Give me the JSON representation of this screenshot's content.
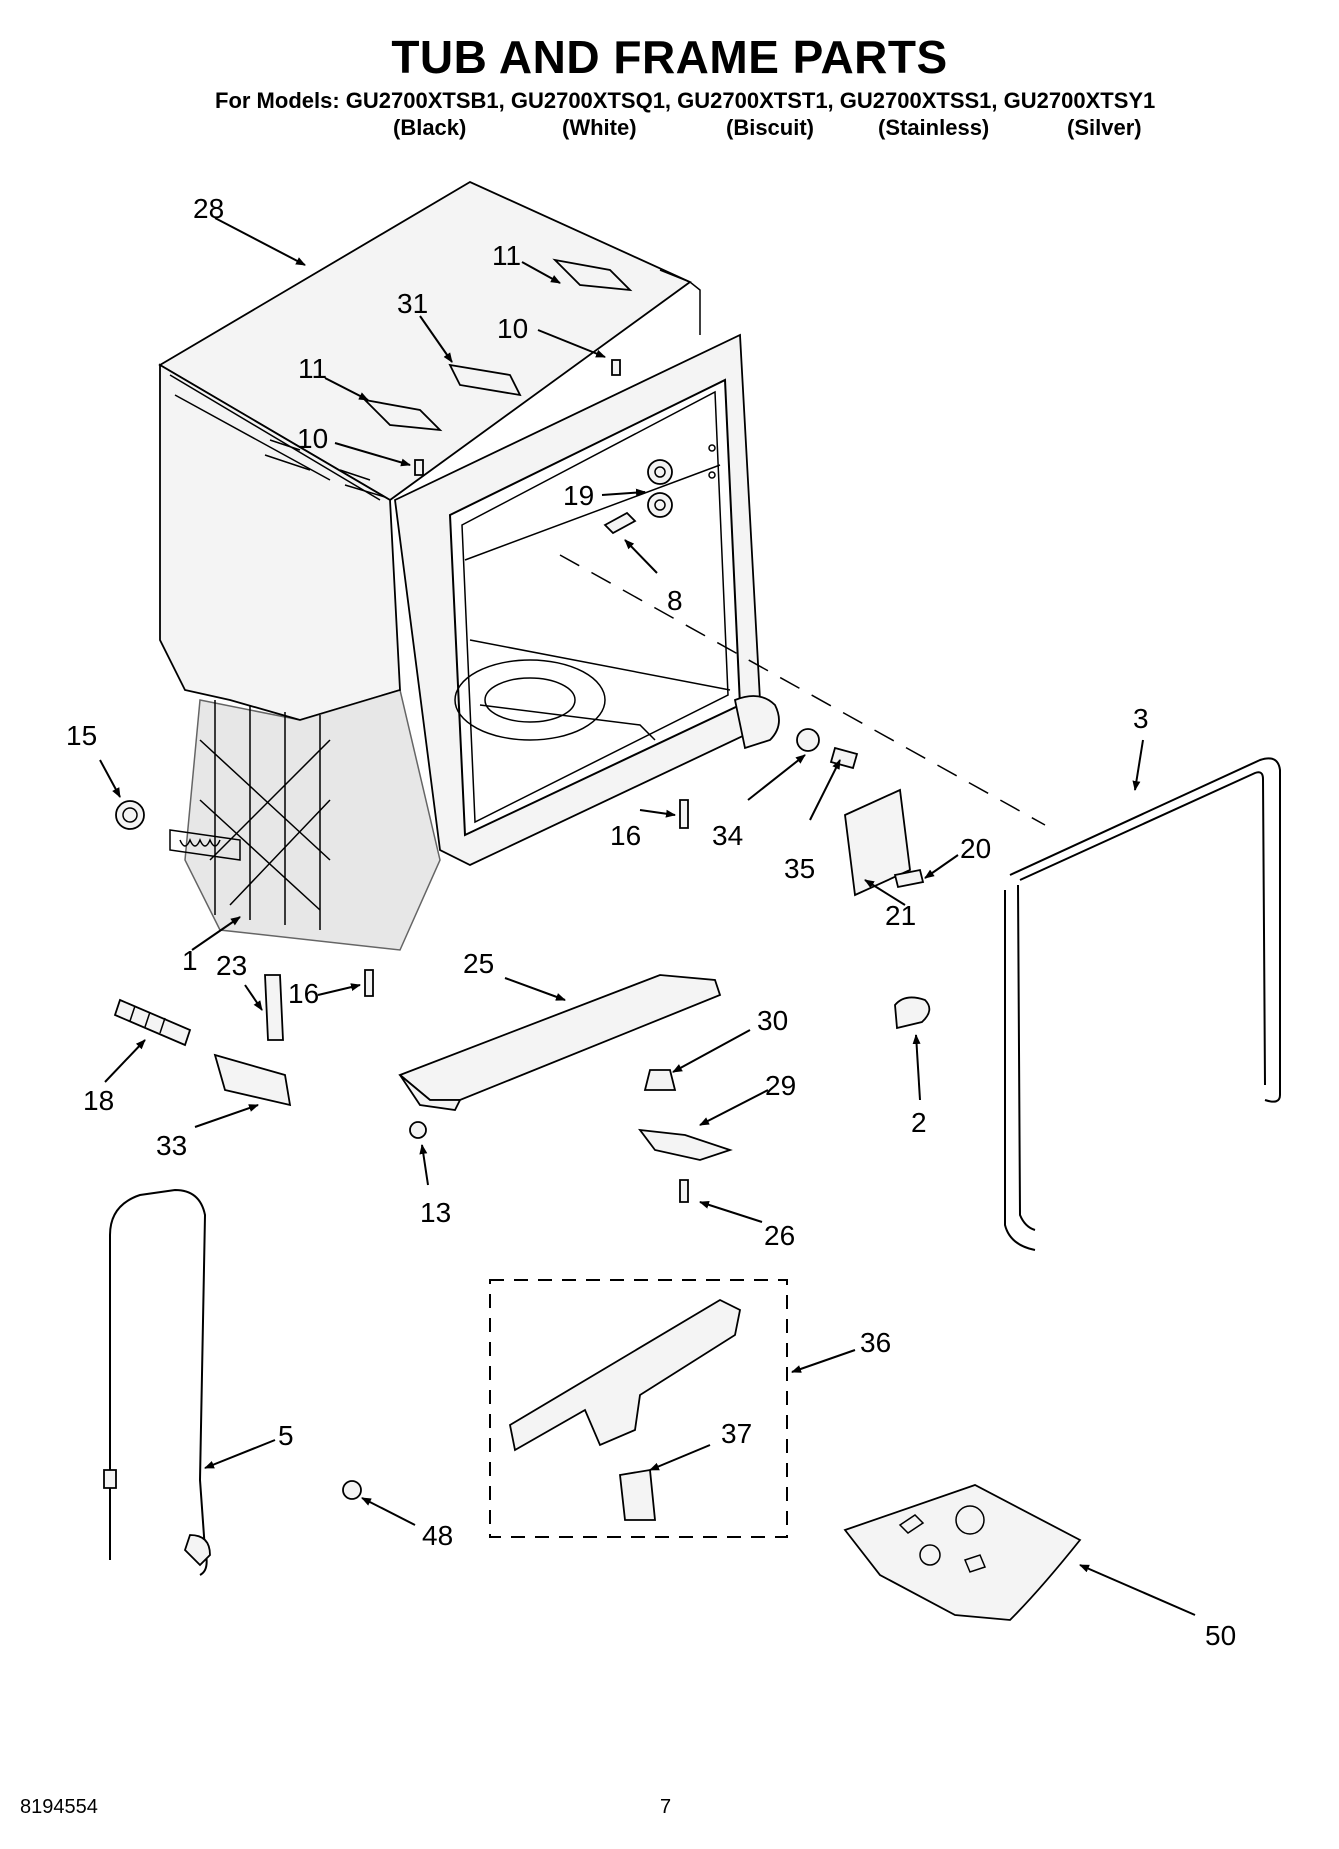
{
  "title": "TUB AND FRAME PARTS",
  "models_line": "For Models: GU2700XTSB1, GU2700XTSQ1, GU2700XTST1, GU2700XTSS1, GU2700XTSY1",
  "variants": [
    "(Black)",
    "(White)",
    "(Biscuit)",
    "(Stainless)",
    "(Silver)"
  ],
  "callouts": [
    "28",
    "11",
    "31",
    "10",
    "11",
    "10",
    "19",
    "8",
    "15",
    "3",
    "16",
    "34",
    "35",
    "20",
    "21",
    "1",
    "23",
    "16",
    "25",
    "30",
    "18",
    "33",
    "29",
    "2",
    "13",
    "26",
    "36",
    "5",
    "37",
    "48",
    "50"
  ],
  "footer": {
    "doc_number": "8194554",
    "page_number": "7"
  }
}
